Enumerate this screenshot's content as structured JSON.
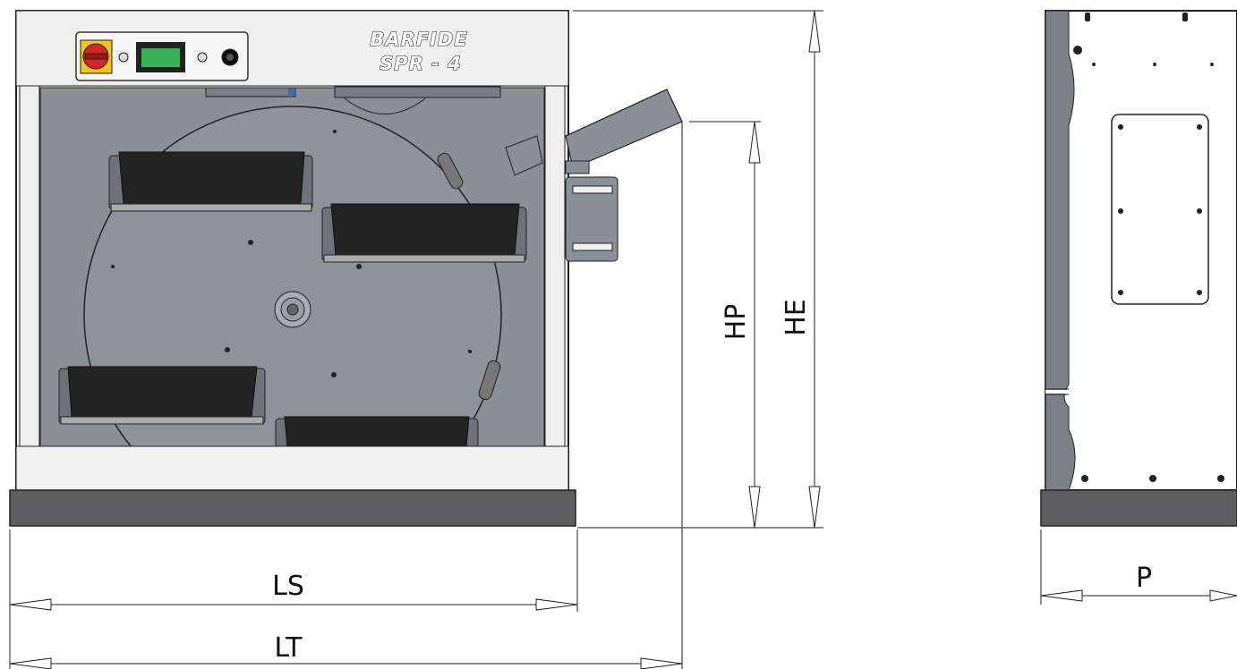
{
  "machine": {
    "brand": "BARFIDE",
    "model": "SPR - 4"
  },
  "dimensions": {
    "hp": "HP",
    "he": "HE",
    "ls": "LS",
    "lt": "LT",
    "p": "P"
  },
  "colors": {
    "panel_gray": "#8b8f98",
    "base_dark": "#5e5e60",
    "trough": "#232323",
    "frame_light": "#eeeeee",
    "display_green": "#38b457",
    "switch_red": "#d6261d",
    "switch_yellow": "#f2c51b"
  }
}
